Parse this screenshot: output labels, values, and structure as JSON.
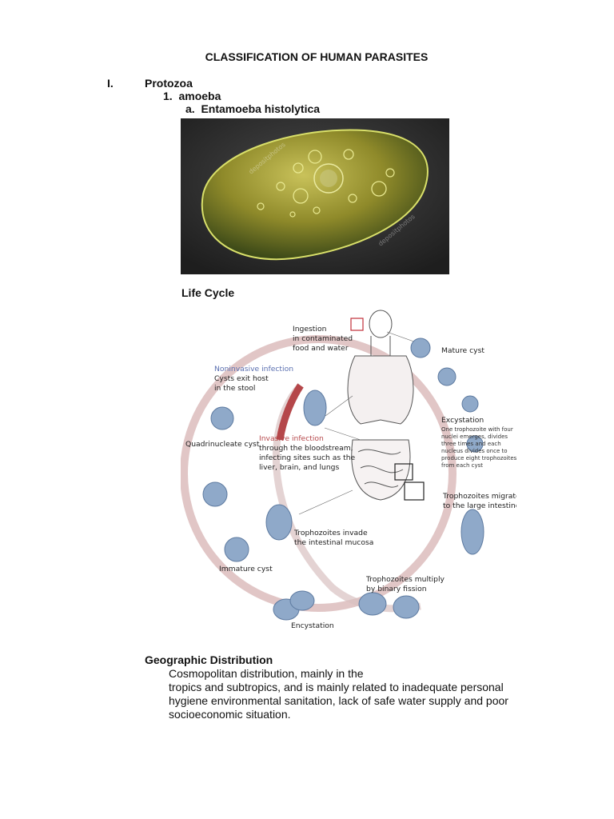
{
  "document": {
    "title": "CLASSIFICATION OF HUMAN PARASITES",
    "section_numeral": "I.",
    "section_name": "Protozoa",
    "subsection": "1.  amoeba",
    "item": "a.  Entamoeba histolytica",
    "life_cycle_heading": "Life Cycle",
    "geo_heading": "Geographic Distribution",
    "geo_lines": [
      "Cosmopolitan distribution, mainly in the",
      "tropics and subtropics, and is mainly related to inadequate personal",
      "hygiene environmental sanitation, lack of safe water supply and poor",
      "socioeconomic situation."
    ]
  },
  "photo": {
    "watermark": "depositphotos"
  },
  "diagram": {
    "ingestion": [
      "Ingestion",
      "in contaminated",
      "food and water"
    ],
    "mature_cyst": "Mature cyst",
    "noninvasive_title": "Noninvasive infection",
    "noninvasive_body": [
      "Cysts exit host",
      "in the stool"
    ],
    "quadrinucleate": "Quadrinucleate cyst",
    "invasive_title": "Invasive infection",
    "invasive_body": [
      "through the bloodstream,",
      "infecting sites such as the",
      "liver, brain, and lungs"
    ],
    "excystation_title": "Excystation",
    "excystation_body": [
      "One trophozoite with four",
      "nuclei emerges, divides",
      "three times and each",
      "nucleus divides once to",
      "produce eight trophozoites",
      "from each cyst"
    ],
    "migrate": [
      "Trophozoites  migrate",
      "to the large intestine"
    ],
    "invade": [
      "Trophozoites invade",
      "the intestinal mucosa"
    ],
    "immature": "Immature cyst",
    "multiply": [
      "Trophozoites multiply",
      "by binary fission"
    ],
    "encystation": "Encystation"
  },
  "colors": {
    "cycle_ring": "#d7b3b3",
    "invasive_arrow": "#b5474a",
    "cell_fill": "#8fa9c9",
    "highlight_box": "#c0303a"
  }
}
